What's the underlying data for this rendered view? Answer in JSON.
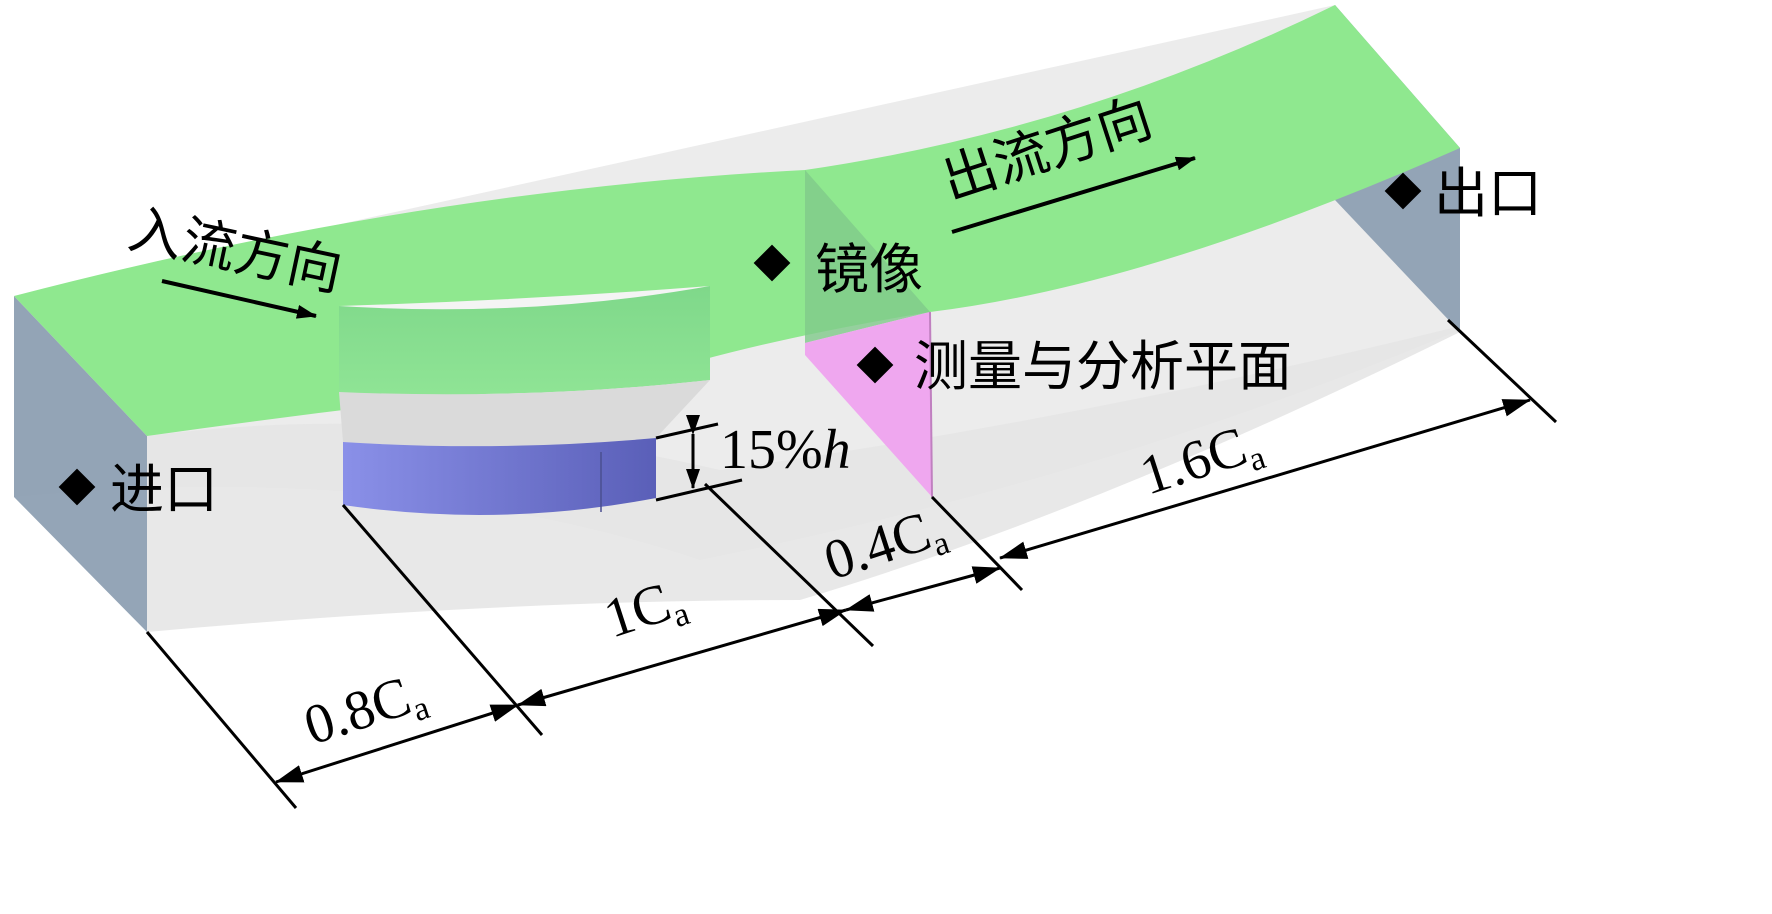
{
  "labels": {
    "inflow": "入流方向",
    "outflow": "出流方向",
    "mirror": "镜像",
    "inlet": "进口",
    "outlet": "出口",
    "measure_plane": "测量与分析平面",
    "height_base": "15%",
    "height_var": "h"
  },
  "dimensions": [
    {
      "key": "inlet_len",
      "coef": "0.8",
      "symbol": "C",
      "sub": "a"
    },
    {
      "key": "blade_len",
      "coef": "1",
      "symbol": "C",
      "sub": "a"
    },
    {
      "key": "plane_len",
      "coef": "0.4",
      "symbol": "C",
      "sub": "a"
    },
    {
      "key": "outlet_len",
      "coef": "1.6",
      "symbol": "C",
      "sub": "a"
    }
  ],
  "colors": {
    "mirror_face": "#8fe88f",
    "blade_band": "#7d85dd",
    "measure_plane": "#f0a0f0",
    "end_face": "#8ea0b3",
    "side_face": "#e4e4e4",
    "marker": "#000000"
  }
}
